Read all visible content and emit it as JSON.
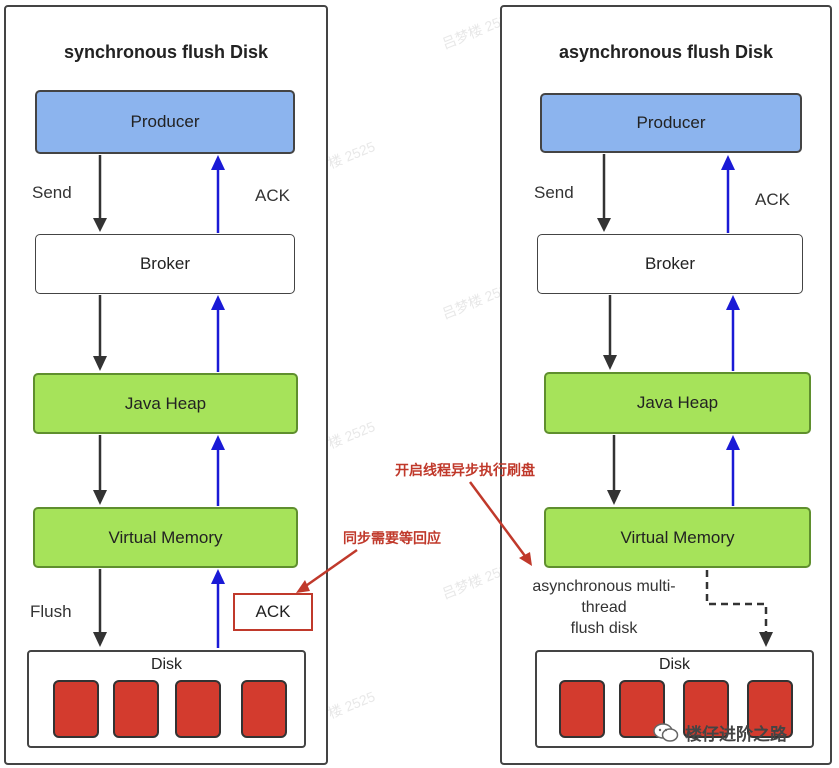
{
  "left": {
    "title": "synchronous flush Disk",
    "producer": "Producer",
    "broker": "Broker",
    "heap": "Java Heap",
    "vmem": "Virtual Memory",
    "disk": "Disk",
    "send": "Send",
    "ack": "ACK",
    "flush": "Flush",
    "ack_box": "ACK",
    "sync_note": "同步需要等回应"
  },
  "right": {
    "title": "asynchronous flush Disk",
    "producer": "Producer",
    "broker": "Broker",
    "heap": "Java Heap",
    "vmem": "Virtual Memory",
    "disk": "Disk",
    "send": "Send",
    "ack": "ACK",
    "async_note_1": "asynchronous multi-",
    "async_note_2": "thread",
    "async_note_3": "flush disk",
    "thread_note": "开启线程异步执行刷盘"
  },
  "watermark": "吕梦楼 2525",
  "brand": "楼仔进阶之路",
  "colors": {
    "producer": "#8cb4ee",
    "green": "#a6e35a",
    "disk_block": "#d33b2e",
    "ack_arrow": "#1a1ad6",
    "note": "#c0392b"
  }
}
